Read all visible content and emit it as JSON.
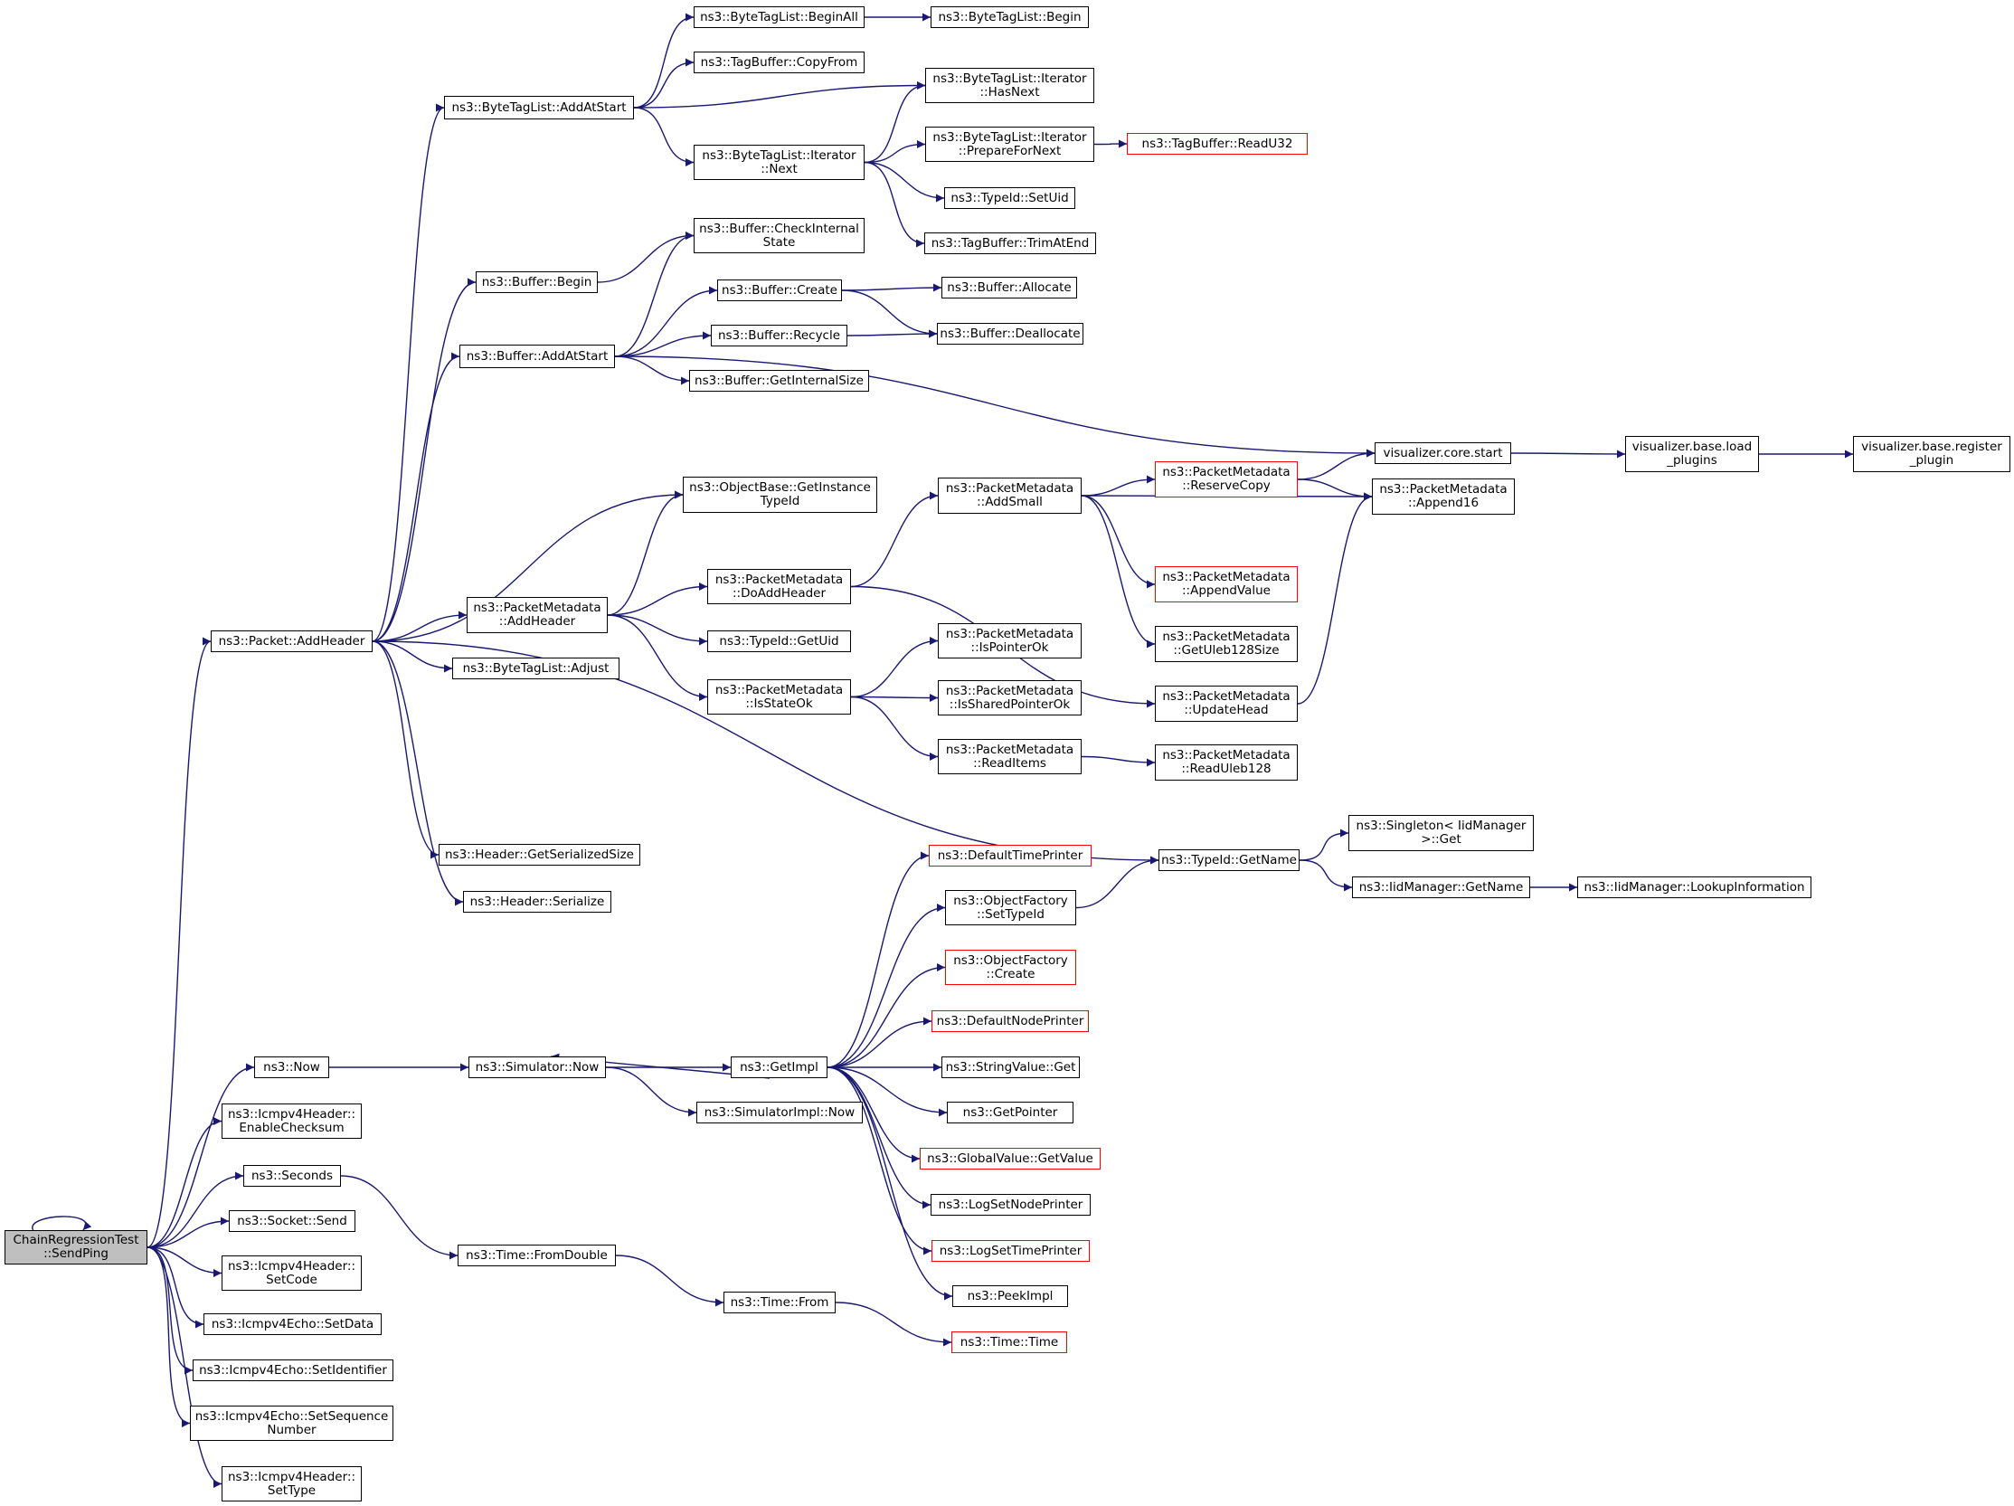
{
  "colors": {
    "edge": "#191970",
    "node_border": "#000000",
    "truncated_border": "#ff0000",
    "root_fill": "#bfbfbf"
  },
  "nodes": [
    {
      "id": "root",
      "lines": [
        "ChainRegressionTest",
        "::SendPing"
      ],
      "root": true
    },
    {
      "id": "addheader",
      "lines": [
        "ns3::Packet::AddHeader"
      ]
    },
    {
      "id": "now",
      "lines": [
        "ns3::Now"
      ]
    },
    {
      "id": "enablechecksum",
      "lines": [
        "ns3::Icmpv4Header::",
        "EnableChecksum"
      ]
    },
    {
      "id": "seconds",
      "lines": [
        "ns3::Seconds"
      ]
    },
    {
      "id": "socketsend",
      "lines": [
        "ns3::Socket::Send"
      ]
    },
    {
      "id": "setcode",
      "lines": [
        "ns3::Icmpv4Header::",
        "SetCode"
      ]
    },
    {
      "id": "setdata",
      "lines": [
        "ns3::Icmpv4Echo::SetData"
      ]
    },
    {
      "id": "setidentifier",
      "lines": [
        "ns3::Icmpv4Echo::SetIdentifier"
      ]
    },
    {
      "id": "setsequence",
      "lines": [
        "ns3::Icmpv4Echo::SetSequence",
        "Number"
      ]
    },
    {
      "id": "settype",
      "lines": [
        "ns3::Icmpv4Header::",
        "SetType"
      ]
    },
    {
      "id": "btl_addatstart",
      "lines": [
        "ns3::ByteTagList::AddAtStart"
      ]
    },
    {
      "id": "buf_begin",
      "lines": [
        "ns3::Buffer::Begin"
      ]
    },
    {
      "id": "buf_addatstart",
      "lines": [
        "ns3::Buffer::AddAtStart"
      ]
    },
    {
      "id": "pm_addheader",
      "lines": [
        "ns3::PacketMetadata",
        "::AddHeader"
      ]
    },
    {
      "id": "btl_adjust",
      "lines": [
        "ns3::ByteTagList::Adjust"
      ]
    },
    {
      "id": "hdr_getsize",
      "lines": [
        "ns3::Header::GetSerializedSize"
      ]
    },
    {
      "id": "hdr_serialize",
      "lines": [
        "ns3::Header::Serialize"
      ]
    },
    {
      "id": "sim_now",
      "lines": [
        "ns3::Simulator::Now"
      ]
    },
    {
      "id": "time_fromdouble",
      "lines": [
        "ns3::Time::FromDouble"
      ]
    },
    {
      "id": "btl_beginall",
      "lines": [
        "ns3::ByteTagList::BeginAll"
      ]
    },
    {
      "id": "tb_copyfrom",
      "lines": [
        "ns3::TagBuffer::CopyFrom"
      ]
    },
    {
      "id": "btl_it_next",
      "lines": [
        "ns3::ByteTagList::Iterator",
        "::Next"
      ]
    },
    {
      "id": "buf_checkinternal",
      "lines": [
        "ns3::Buffer::CheckInternal",
        "State"
      ]
    },
    {
      "id": "buf_create",
      "lines": [
        "ns3::Buffer::Create"
      ]
    },
    {
      "id": "buf_recycle",
      "lines": [
        "ns3::Buffer::Recycle"
      ]
    },
    {
      "id": "buf_getinternalsize",
      "lines": [
        "ns3::Buffer::GetInternalSize"
      ]
    },
    {
      "id": "objbase_getinstance",
      "lines": [
        "ns3::ObjectBase::GetInstance",
        "TypeId"
      ]
    },
    {
      "id": "pm_doaddheader",
      "lines": [
        "ns3::PacketMetadata",
        "::DoAddHeader"
      ]
    },
    {
      "id": "typeid_getuid",
      "lines": [
        "ns3::TypeId::GetUid"
      ]
    },
    {
      "id": "pm_isstateok",
      "lines": [
        "ns3::PacketMetadata",
        "::IsStateOk"
      ]
    },
    {
      "id": "getimpl",
      "lines": [
        "ns3::GetImpl"
      ]
    },
    {
      "id": "simimpl_now",
      "lines": [
        "ns3::SimulatorImpl::Now"
      ]
    },
    {
      "id": "time_from",
      "lines": [
        "ns3::Time::From"
      ]
    },
    {
      "id": "btl_begin",
      "lines": [
        "ns3::ByteTagList::Begin"
      ]
    },
    {
      "id": "btl_it_hasnext",
      "lines": [
        "ns3::ByteTagList::Iterator",
        "::HasNext"
      ]
    },
    {
      "id": "btl_it_prepare",
      "lines": [
        "ns3::ByteTagList::Iterator",
        "::PrepareForNext"
      ]
    },
    {
      "id": "typeid_setuid",
      "lines": [
        "ns3::TypeId::SetUid"
      ]
    },
    {
      "id": "tb_trimatend",
      "lines": [
        "ns3::TagBuffer::TrimAtEnd"
      ]
    },
    {
      "id": "buf_allocate",
      "lines": [
        "ns3::Buffer::Allocate"
      ]
    },
    {
      "id": "buf_deallocate",
      "lines": [
        "ns3::Buffer::Deallocate"
      ]
    },
    {
      "id": "pm_addsmall",
      "lines": [
        "ns3::PacketMetadata",
        "::AddSmall"
      ]
    },
    {
      "id": "pm_ispointerok",
      "lines": [
        "ns3::PacketMetadata",
        "::IsPointerOk"
      ]
    },
    {
      "id": "pm_issharedpointerok",
      "lines": [
        "ns3::PacketMetadata",
        "::IsSharedPointerOk"
      ]
    },
    {
      "id": "pm_readitems",
      "lines": [
        "ns3::PacketMetadata",
        "::ReadItems"
      ]
    },
    {
      "id": "defaulttimeprinter",
      "lines": [
        "ns3::DefaultTimePrinter"
      ],
      "red": true
    },
    {
      "id": "of_settypeid",
      "lines": [
        "ns3::ObjectFactory",
        "::SetTypeId"
      ]
    },
    {
      "id": "of_create",
      "lines": [
        "ns3::ObjectFactory",
        "::Create"
      ],
      "red": true
    },
    {
      "id": "defaultnodeprinter",
      "lines": [
        "ns3::DefaultNodePrinter"
      ],
      "red": true
    },
    {
      "id": "stringvalue_get",
      "lines": [
        "ns3::StringValue::Get"
      ]
    },
    {
      "id": "getpointer",
      "lines": [
        "ns3::GetPointer"
      ]
    },
    {
      "id": "globalvalue_getvalue",
      "lines": [
        "ns3::GlobalValue::GetValue"
      ],
      "red": true
    },
    {
      "id": "logsetnodeprinter",
      "lines": [
        "ns3::LogSetNodePrinter"
      ]
    },
    {
      "id": "logsettimeprinter",
      "lines": [
        "ns3::LogSetTimePrinter"
      ],
      "red": true
    },
    {
      "id": "peekimpl",
      "lines": [
        "ns3::PeekImpl"
      ]
    },
    {
      "id": "time_time",
      "lines": [
        "ns3::Time::Time"
      ],
      "red": true
    },
    {
      "id": "tb_readu32",
      "lines": [
        "ns3::TagBuffer::ReadU32"
      ],
      "red": true
    },
    {
      "id": "viz_core_start",
      "lines": [
        "visualizer.core.start"
      ]
    },
    {
      "id": "pm_reservecopy",
      "lines": [
        "ns3::PacketMetadata",
        "::ReserveCopy"
      ],
      "red": true
    },
    {
      "id": "pm_append16",
      "lines": [
        "ns3::PacketMetadata",
        "::Append16"
      ]
    },
    {
      "id": "pm_appendvalue",
      "lines": [
        "ns3::PacketMetadata",
        "::AppendValue"
      ],
      "red": true
    },
    {
      "id": "pm_getuleb128size",
      "lines": [
        "ns3::PacketMetadata",
        "::GetUleb128Size"
      ]
    },
    {
      "id": "pm_updatehead",
      "lines": [
        "ns3::PacketMetadata",
        "::UpdateHead"
      ]
    },
    {
      "id": "pm_readuleb128",
      "lines": [
        "ns3::PacketMetadata",
        "::ReadUleb128"
      ]
    },
    {
      "id": "typeid_getname",
      "lines": [
        "ns3::TypeId::GetName"
      ]
    },
    {
      "id": "singleton_get",
      "lines": [
        "ns3::Singleton< IidManager",
        ">::Get"
      ]
    },
    {
      "id": "iid_getname",
      "lines": [
        "ns3::IidManager::GetName"
      ]
    },
    {
      "id": "iid_lookup",
      "lines": [
        "ns3::IidManager::LookupInformation"
      ]
    },
    {
      "id": "viz_loadplugins",
      "lines": [
        "visualizer.base.load",
        "_plugins"
      ]
    },
    {
      "id": "viz_registerplugin",
      "lines": [
        "visualizer.base.register",
        "_plugin"
      ]
    }
  ],
  "edges": [
    [
      "root",
      "root"
    ],
    [
      "root",
      "addheader"
    ],
    [
      "root",
      "now"
    ],
    [
      "root",
      "enablechecksum"
    ],
    [
      "root",
      "seconds"
    ],
    [
      "root",
      "socketsend"
    ],
    [
      "root",
      "setcode"
    ],
    [
      "root",
      "setdata"
    ],
    [
      "root",
      "setidentifier"
    ],
    [
      "root",
      "setsequence"
    ],
    [
      "root",
      "settype"
    ],
    [
      "addheader",
      "btl_addatstart"
    ],
    [
      "addheader",
      "buf_begin"
    ],
    [
      "addheader",
      "buf_addatstart"
    ],
    [
      "addheader",
      "objbase_getinstance"
    ],
    [
      "addheader",
      "pm_addheader"
    ],
    [
      "addheader",
      "btl_adjust"
    ],
    [
      "addheader",
      "typeid_getname"
    ],
    [
      "addheader",
      "hdr_getsize"
    ],
    [
      "addheader",
      "hdr_serialize"
    ],
    [
      "btl_addatstart",
      "btl_beginall"
    ],
    [
      "btl_addatstart",
      "tb_copyfrom"
    ],
    [
      "btl_addatstart",
      "btl_it_hasnext"
    ],
    [
      "btl_addatstart",
      "btl_it_next"
    ],
    [
      "btl_beginall",
      "btl_begin"
    ],
    [
      "btl_it_next",
      "btl_it_hasnext"
    ],
    [
      "btl_it_next",
      "btl_it_prepare"
    ],
    [
      "btl_it_next",
      "typeid_setuid"
    ],
    [
      "btl_it_next",
      "tb_trimatend"
    ],
    [
      "btl_it_prepare",
      "tb_readu32"
    ],
    [
      "buf_begin",
      "buf_checkinternal"
    ],
    [
      "buf_addatstart",
      "buf_checkinternal"
    ],
    [
      "buf_addatstart",
      "buf_create"
    ],
    [
      "buf_addatstart",
      "buf_recycle"
    ],
    [
      "buf_addatstart",
      "buf_getinternalsize"
    ],
    [
      "buf_addatstart",
      "viz_core_start"
    ],
    [
      "buf_create",
      "buf_allocate"
    ],
    [
      "buf_create",
      "buf_deallocate"
    ],
    [
      "buf_recycle",
      "buf_deallocate"
    ],
    [
      "viz_core_start",
      "viz_loadplugins"
    ],
    [
      "viz_loadplugins",
      "viz_registerplugin"
    ],
    [
      "pm_addheader",
      "objbase_getinstance"
    ],
    [
      "pm_addheader",
      "pm_doaddheader"
    ],
    [
      "pm_addheader",
      "typeid_getuid"
    ],
    [
      "pm_addheader",
      "pm_isstateok"
    ],
    [
      "pm_doaddheader",
      "pm_addsmall"
    ],
    [
      "pm_doaddheader",
      "pm_updatehead"
    ],
    [
      "pm_addsmall",
      "pm_reservecopy"
    ],
    [
      "pm_addsmall",
      "pm_append16"
    ],
    [
      "pm_addsmall",
      "pm_appendvalue"
    ],
    [
      "pm_addsmall",
      "pm_getuleb128size"
    ],
    [
      "pm_reservecopy",
      "viz_core_start"
    ],
    [
      "pm_reservecopy",
      "pm_append16"
    ],
    [
      "pm_updatehead",
      "pm_append16"
    ],
    [
      "pm_isstateok",
      "pm_ispointerok"
    ],
    [
      "pm_isstateok",
      "pm_issharedpointerok"
    ],
    [
      "pm_isstateok",
      "pm_readitems"
    ],
    [
      "pm_readitems",
      "pm_readuleb128"
    ],
    [
      "typeid_getname",
      "singleton_get"
    ],
    [
      "typeid_getname",
      "iid_getname"
    ],
    [
      "iid_getname",
      "iid_lookup"
    ],
    [
      "now",
      "sim_now"
    ],
    [
      "sim_now",
      "getimpl"
    ],
    [
      "sim_now",
      "simimpl_now"
    ],
    [
      "getimpl",
      "sim_now"
    ],
    [
      "getimpl",
      "defaulttimeprinter"
    ],
    [
      "getimpl",
      "of_settypeid"
    ],
    [
      "getimpl",
      "of_create"
    ],
    [
      "getimpl",
      "defaultnodeprinter"
    ],
    [
      "getimpl",
      "stringvalue_get"
    ],
    [
      "getimpl",
      "getpointer"
    ],
    [
      "getimpl",
      "globalvalue_getvalue"
    ],
    [
      "getimpl",
      "logsetnodeprinter"
    ],
    [
      "getimpl",
      "logsettimeprinter"
    ],
    [
      "getimpl",
      "peekimpl"
    ],
    [
      "of_settypeid",
      "typeid_getname"
    ],
    [
      "seconds",
      "time_fromdouble"
    ],
    [
      "time_fromdouble",
      "time_from"
    ],
    [
      "time_from",
      "time_time"
    ]
  ]
}
